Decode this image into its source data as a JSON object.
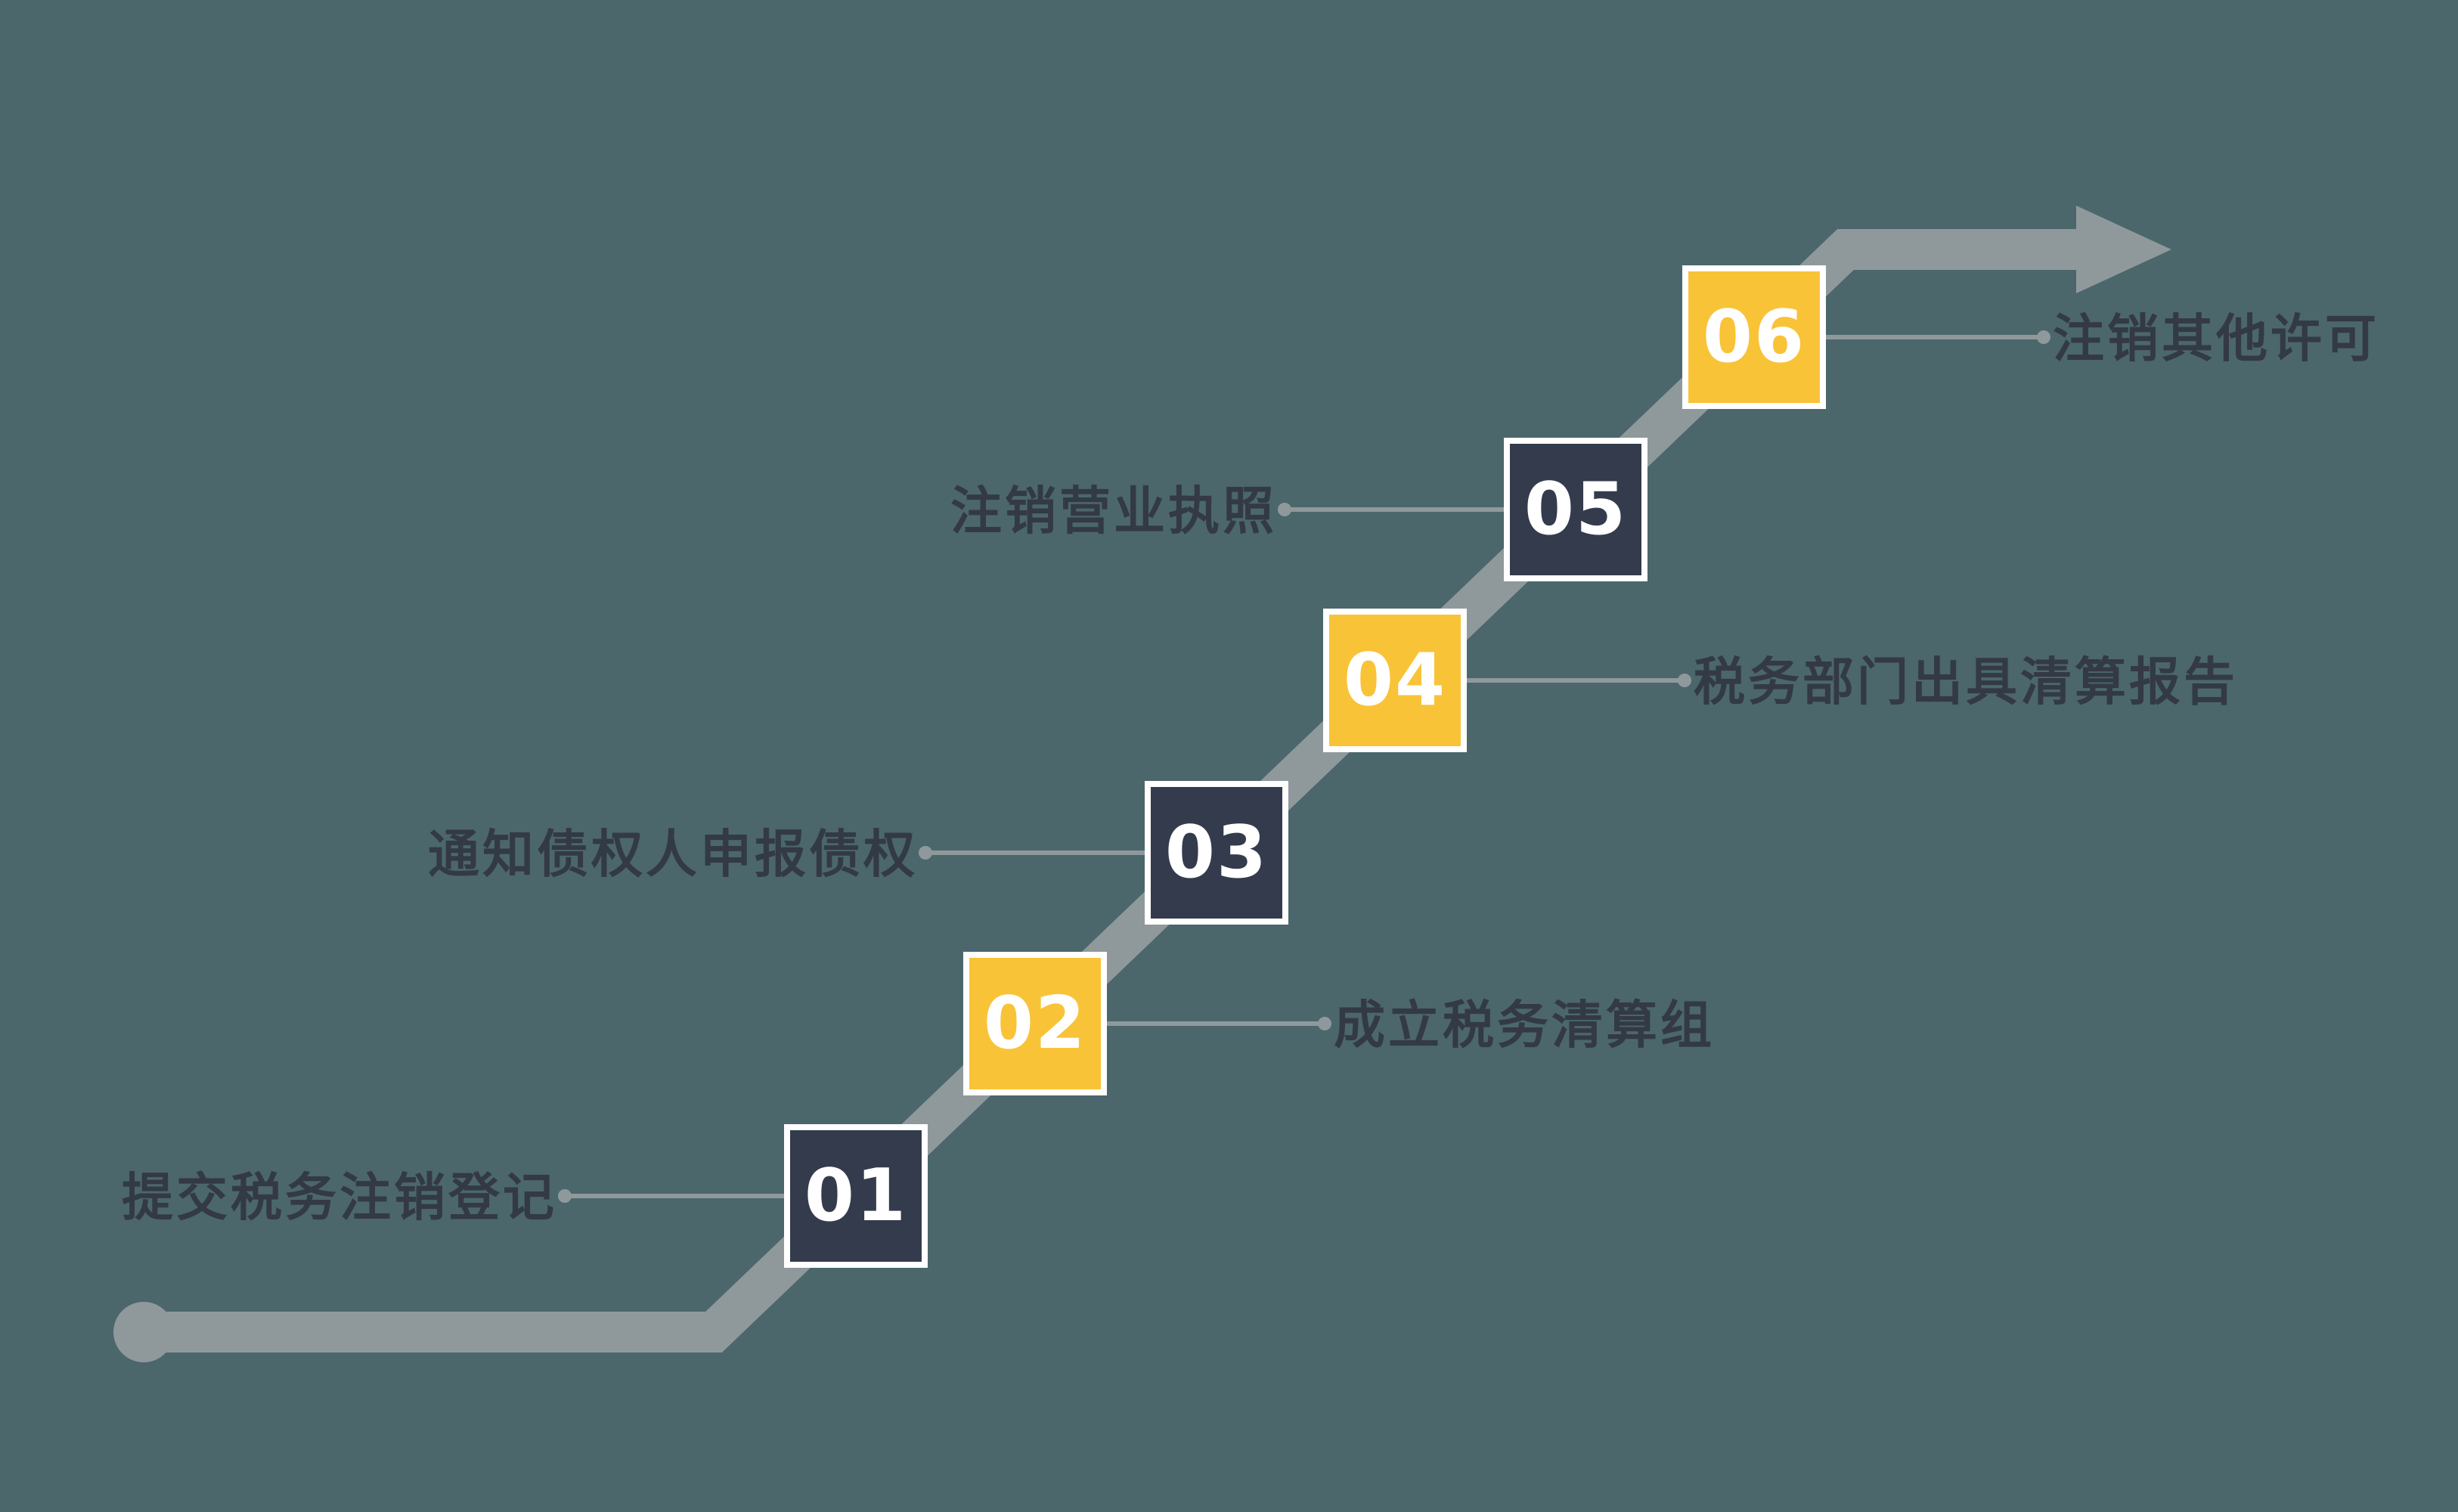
{
  "colors": {
    "background": "#4b676b",
    "line": "#8f999c",
    "dark_box": "#333b4d",
    "yellow_box": "#f9c338",
    "label_text": "#333a45",
    "number_text": "#ffffff",
    "box_border": "#ffffff"
  },
  "steps": [
    {
      "number": "01",
      "label": "提交税务注销登记",
      "variant": "dark",
      "side": "left"
    },
    {
      "number": "02",
      "label": "成立税务清算组",
      "variant": "yellow",
      "side": "right"
    },
    {
      "number": "03",
      "label": "通知债权人申报债权",
      "variant": "dark",
      "side": "left"
    },
    {
      "number": "04",
      "label": "税务部门出具清算报告",
      "variant": "yellow",
      "side": "right"
    },
    {
      "number": "05",
      "label": "注销营业执照",
      "variant": "dark",
      "side": "left"
    },
    {
      "number": "06",
      "label": "注销其他许可",
      "variant": "yellow",
      "side": "right"
    }
  ]
}
